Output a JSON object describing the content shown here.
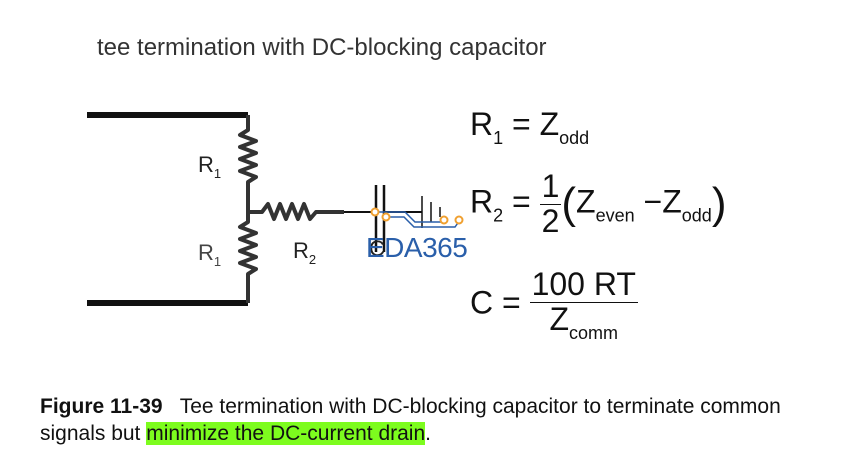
{
  "title": "tee termination with DC-blocking capacitor",
  "circuit": {
    "labels": {
      "r1_top": {
        "base": "R",
        "sub": "1"
      },
      "r1_bottom": {
        "base": "R",
        "sub": "1"
      },
      "r2": {
        "base": "R",
        "sub": "2"
      },
      "c": "C"
    }
  },
  "watermark": "EDA365",
  "equations": {
    "eq1": {
      "lhs": "R",
      "lhs_sub": "1",
      "eq": "=",
      "rhs": "Z",
      "rhs_sub": "odd"
    },
    "eq2": {
      "lhs": "R",
      "lhs_sub": "2",
      "eq": "=",
      "num": "1",
      "den": "2",
      "open": "(",
      "z1": "Z",
      "z1_sub": "even",
      "minus": "−",
      "z2": "Z",
      "z2_sub": "odd",
      "close": ")"
    },
    "eq3": {
      "lhs": "C",
      "eq": "=",
      "num": "100 RT",
      "den": "Z",
      "den_sub": "comm"
    }
  },
  "caption": {
    "figure_label": "Figure 11-39",
    "text_1": "Tee termination with DC-blocking capacitor to terminate common signals but ",
    "highlight": "minimize the DC-current drain",
    "text_2": ".",
    "highlight_color": "#7dfc1e"
  }
}
